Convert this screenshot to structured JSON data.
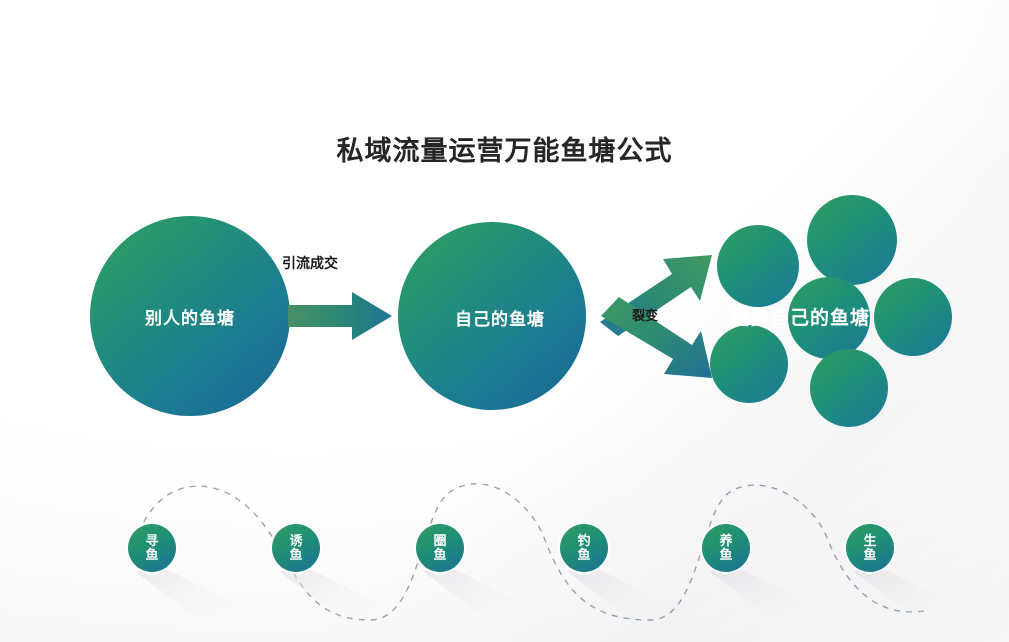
{
  "slide": {
    "title": "私域流量运营万能鱼塘公式",
    "background_color": "#ffffff",
    "accent_green": "#2f9c5f",
    "accent_teal": "#1f8f75",
    "accent_blue": "#1c6f95",
    "label_text_color": "#ffffff",
    "title_color": "#262626"
  },
  "flow": {
    "left_pond": {
      "label": "别人的鱼塘"
    },
    "center_pond": {
      "label": "自己的鱼塘"
    },
    "cluster": {
      "label": "更多自己的鱼塘",
      "circle_count": 6
    },
    "arrow_inflow": {
      "label": "引流成交"
    },
    "arrow_fission": {
      "label": "裂变"
    }
  },
  "steps": [
    {
      "line1": "寻",
      "line2": "鱼",
      "label": "寻鱼"
    },
    {
      "line1": "诱",
      "line2": "鱼",
      "label": "诱鱼"
    },
    {
      "line1": "圈",
      "line2": "鱼",
      "label": "圈鱼"
    },
    {
      "line1": "钓",
      "line2": "鱼",
      "label": "钓鱼"
    },
    {
      "line1": "养",
      "line2": "鱼",
      "label": "养鱼"
    },
    {
      "line1": "生",
      "line2": "鱼",
      "label": "生鱼"
    }
  ]
}
